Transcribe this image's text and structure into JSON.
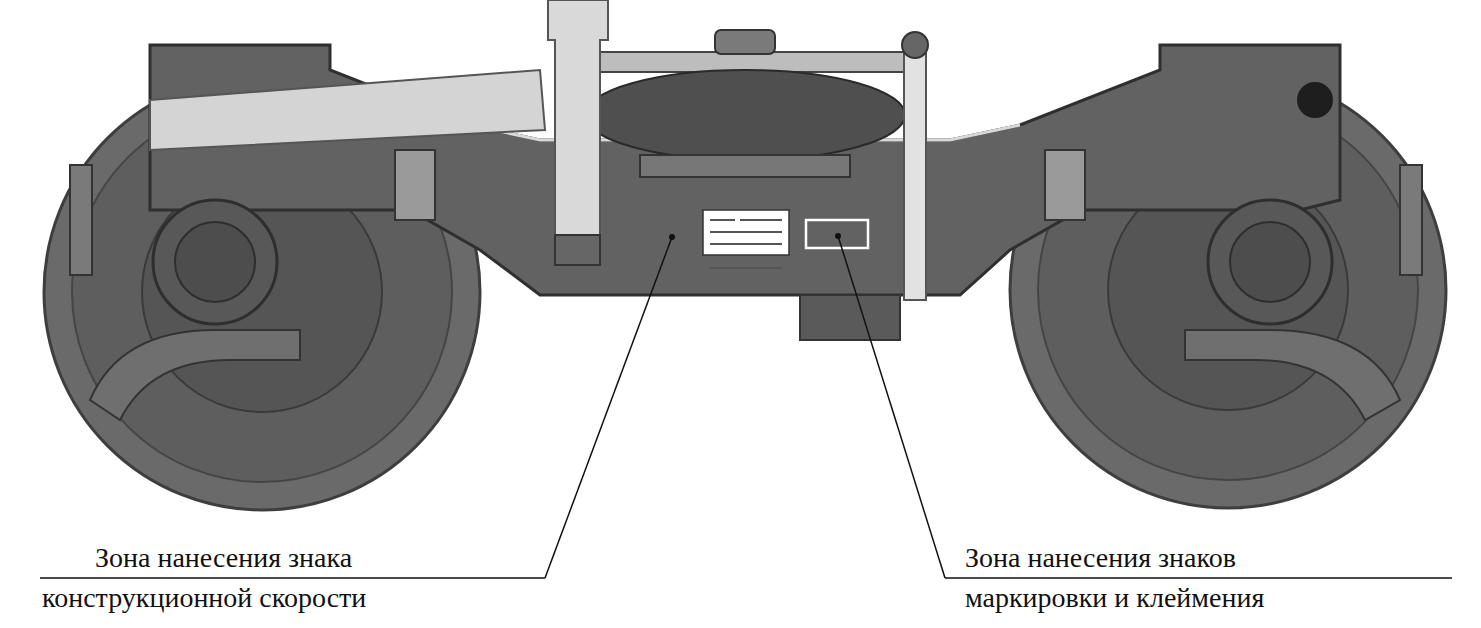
{
  "diagram": {
    "labels": [
      "Зона нанесения знака",
      "конструкционной скорости",
      "Зона нанесения знаков",
      "маркировки и клеймения"
    ]
  }
}
